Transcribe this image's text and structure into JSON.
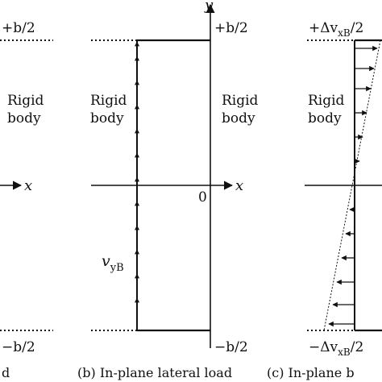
{
  "panels": {
    "a": {
      "top_label": "+b/2",
      "bottom_label": "−b/2",
      "rigid_line1": "Rigid",
      "rigid_line2": "body",
      "x_axis": "x",
      "caption_fragment": "d"
    },
    "b": {
      "y_axis": "y",
      "x_axis": "x",
      "origin": "0",
      "top_label": "+b/2",
      "bottom_label": "−b/2",
      "left_rigid_line1": "Rigid",
      "left_rigid_line2": "body",
      "right_rigid_line1": "Rigid",
      "right_rigid_line2": "body",
      "v_symbol": "v",
      "v_subscript": "yB",
      "caption": "(b) In-plane lateral load"
    },
    "c": {
      "top_label_prefix": "+Δv",
      "top_label_sub": "xB",
      "top_label_suffix": "/2",
      "bottom_label_prefix": "−Δv",
      "bottom_label_sub": "xB",
      "bottom_label_suffix": "/2",
      "rigid_line1": "Rigid",
      "rigid_line2": "body",
      "caption": "(c) In-plane b"
    }
  },
  "colors": {
    "ink": "#111111",
    "background": "#ffffff"
  }
}
